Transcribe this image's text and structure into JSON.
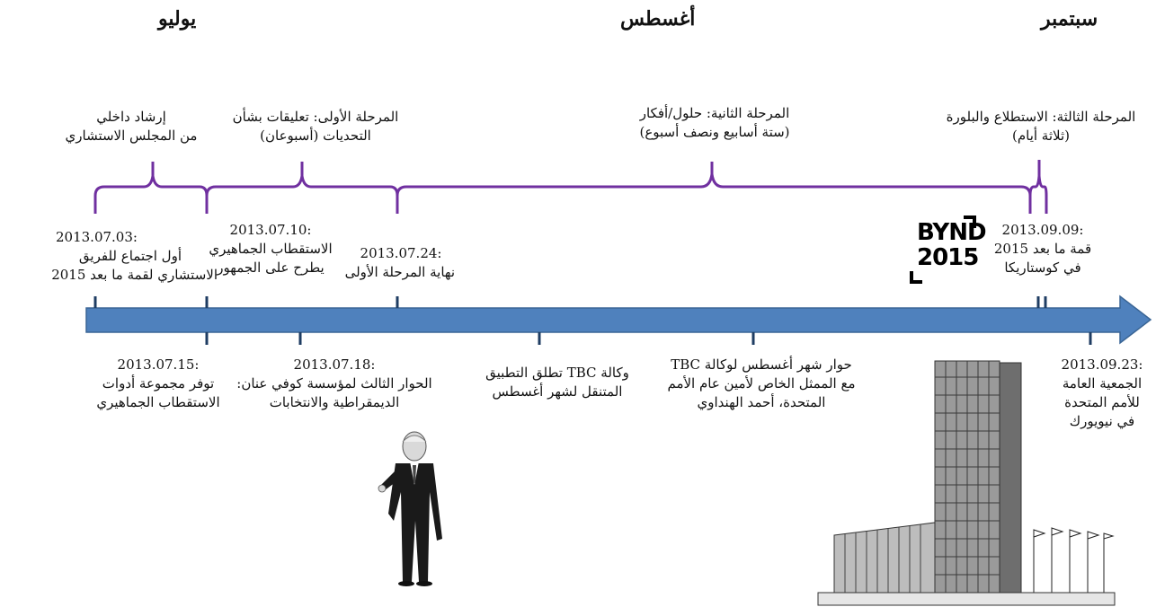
{
  "months": {
    "july": "يوليو",
    "august": "أغسطس",
    "september": "سبتمبر"
  },
  "phases": {
    "internal": {
      "line1": "إرشاد داخلي",
      "line2": "من المجلس الاستشاري"
    },
    "phase1": {
      "line1": "المرحلة الأولى: تعليقات بشأن",
      "line2": "التحديات (أسبوعان)"
    },
    "phase2": {
      "line1": "المرحلة الثانية: حلول/أفكار",
      "line2": "(ستة أسابيع ونصف أسبوع)"
    },
    "phase3": {
      "line1": "المرحلة الثالثة: الاستطلاع والبلورة",
      "line2": "(ثلاثة أيام)"
    }
  },
  "events_top": [
    {
      "date": "2013.07.03:",
      "line1": "أول اجتماع للفريق",
      "line2": "الاستشاري لقمة ما بعد 2015"
    },
    {
      "date": "2013.07.10:",
      "line1": "الاستقطاب الجماهيري",
      "line2": "يطرح على الجمهور"
    },
    {
      "date": "2013.07.24:",
      "line1": "نهاية المرحلة الأولى",
      "line2": ""
    },
    {
      "date": "2013.09.09:",
      "line1": "قمة ما بعد 2015",
      "line2": "في كوستاريكا"
    }
  ],
  "events_bottom": [
    {
      "date": "2013.07.15:",
      "line1": "توفر مجموعة أدوات",
      "line2": "الاستقطاب الجماهيري"
    },
    {
      "date": "2013.07.18:",
      "line1": "الحوار الثالث لمؤسسة كوفي عنان:",
      "line2": "الديمقراطية والانتخابات"
    },
    {
      "date": "",
      "line1": "وكالة TBC تطلق التطبيق",
      "line2": "المتنقل لشهر أغسطس"
    },
    {
      "date": "",
      "line1": "حوار شهر أغسطس لوكالة TBC",
      "line2": "مع الممثل الخاص لأمين عام الأمم",
      "line3": "المتحدة، أحمد الهنداوي"
    },
    {
      "date": "2013.09.23:",
      "line1": "الجمعية العامة",
      "line2": "للأمم المتحدة",
      "line3": "في نيويورك"
    }
  ],
  "logo": {
    "line1": "BYND",
    "line2": "2015"
  },
  "colors": {
    "arrow": "#4f81bd",
    "arrow_stroke": "#3a6595",
    "brace": "#7030a0",
    "tick": "#1f3d63"
  }
}
